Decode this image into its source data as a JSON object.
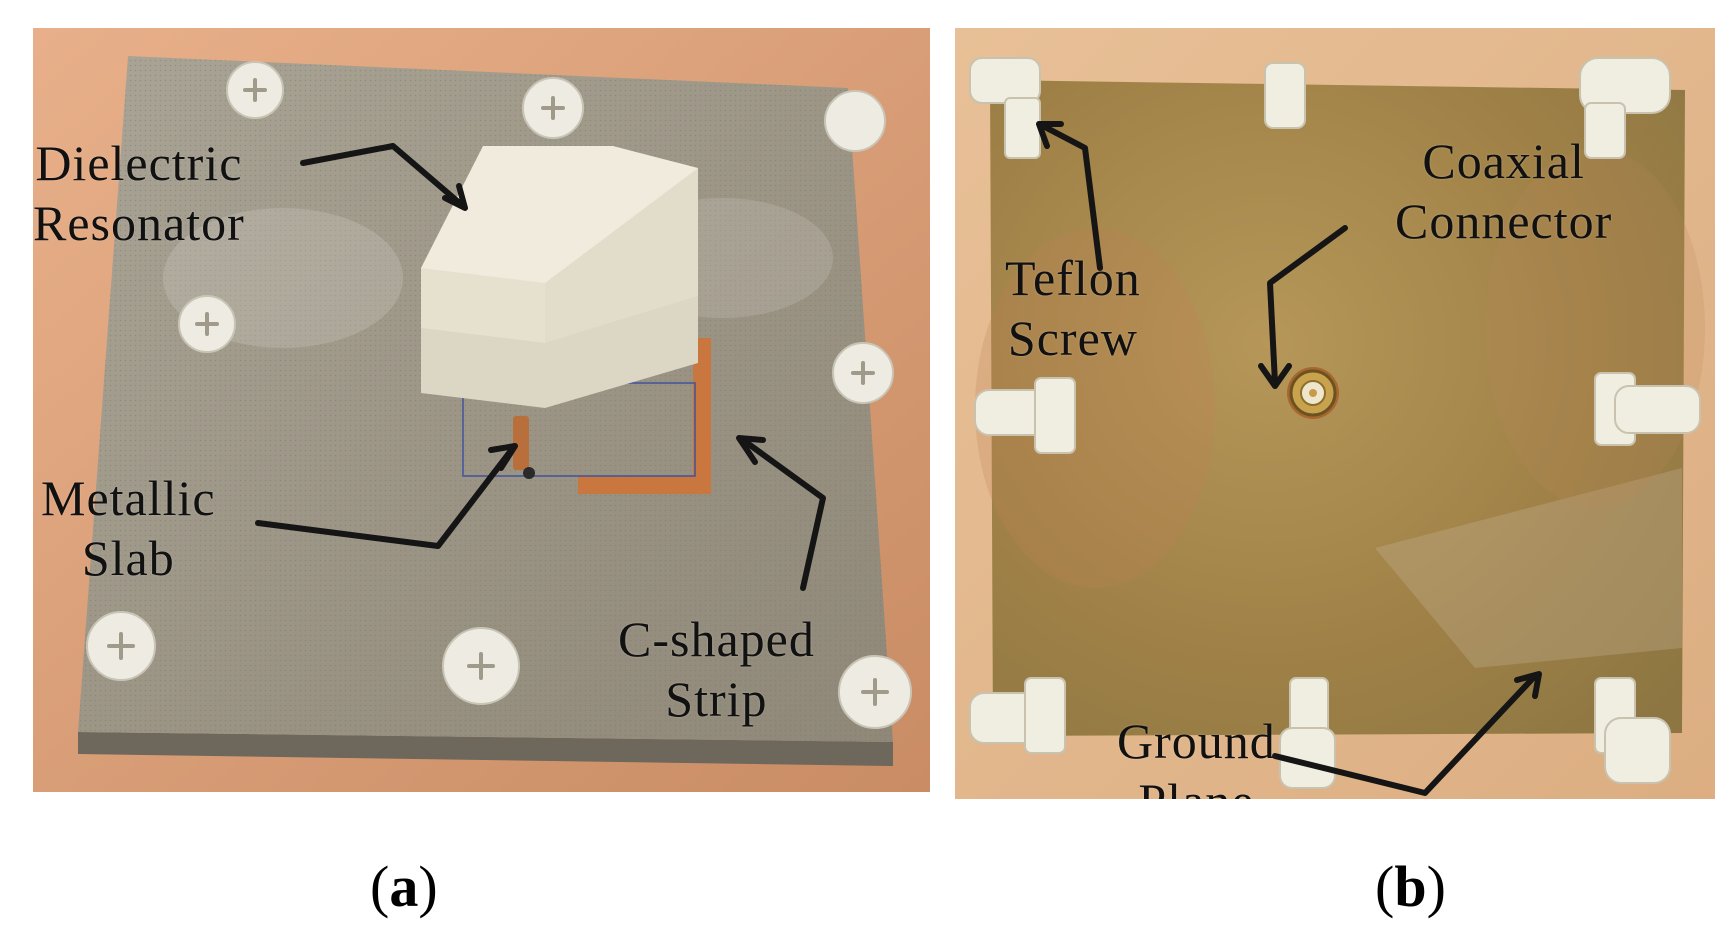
{
  "panel_a": {
    "caption": "a",
    "labels": {
      "dielectric_line1": "Dielectric",
      "dielectric_line2": "Resonator",
      "metallic_line1": "Metallic",
      "metallic_line2": "Slab",
      "strip_line1": "C-shaped",
      "strip_line2": "Strip"
    }
  },
  "panel_b": {
    "caption": "b",
    "labels": {
      "coax_line1": "Coaxial",
      "coax_line2": "Connector",
      "teflon_line1": "Teflon",
      "teflon_line2": "Screw",
      "ground_line1": "Ground",
      "ground_line2": "Plane"
    }
  },
  "colors": {
    "background_a": "#d9a17a",
    "board_a": "#9c9586",
    "resonator": "#ece7d7",
    "copper": "#c9773f",
    "background_b": "#e4b58c",
    "ground_plane": "#a2844c",
    "screw": "#f1eee3"
  }
}
